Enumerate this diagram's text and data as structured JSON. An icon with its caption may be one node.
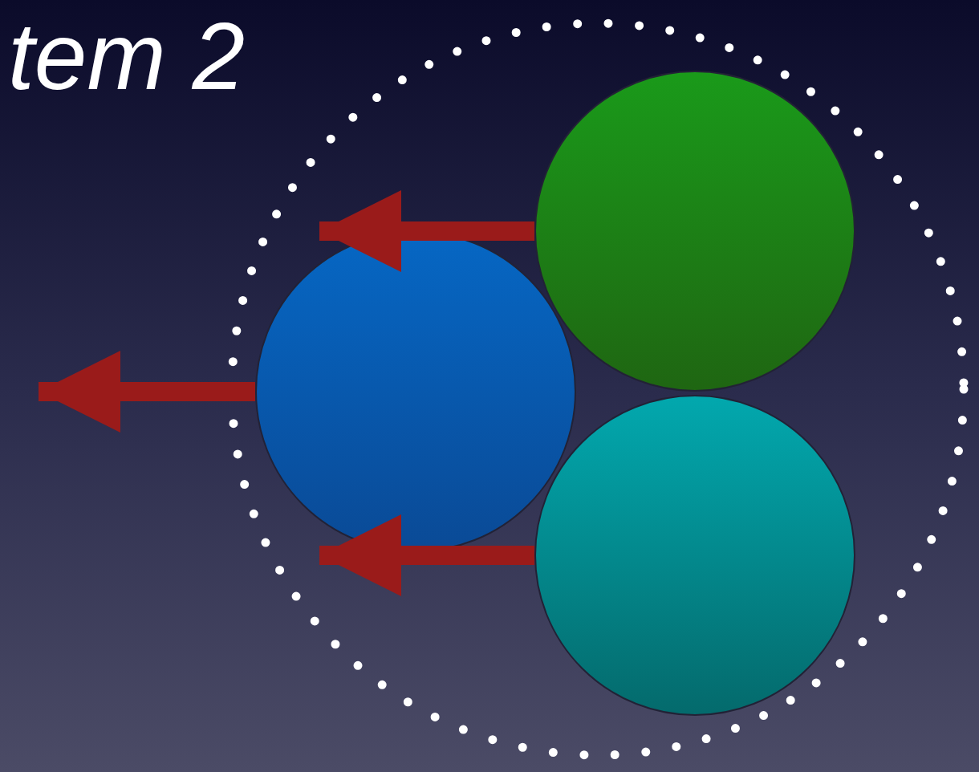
{
  "diagram": {
    "title": "tem 2",
    "nodes": [
      {
        "text": [],
        "shape": "circle"
      },
      {
        "text": [],
        "shape": "circle",
        "in": 0
      },
      {
        "text": [],
        "shape": "circle",
        "in": 0
      },
      {
        "text": [],
        "shape": "circle",
        "in": 0
      }
    ],
    "edges": [
      {
        "from": 2,
        "to": 1,
        "arrow": "to"
      },
      {
        "from": 1,
        "to": null,
        "arrow": "to"
      },
      {
        "from": 3,
        "to": 1,
        "arrow": "to"
      }
    ]
  }
}
